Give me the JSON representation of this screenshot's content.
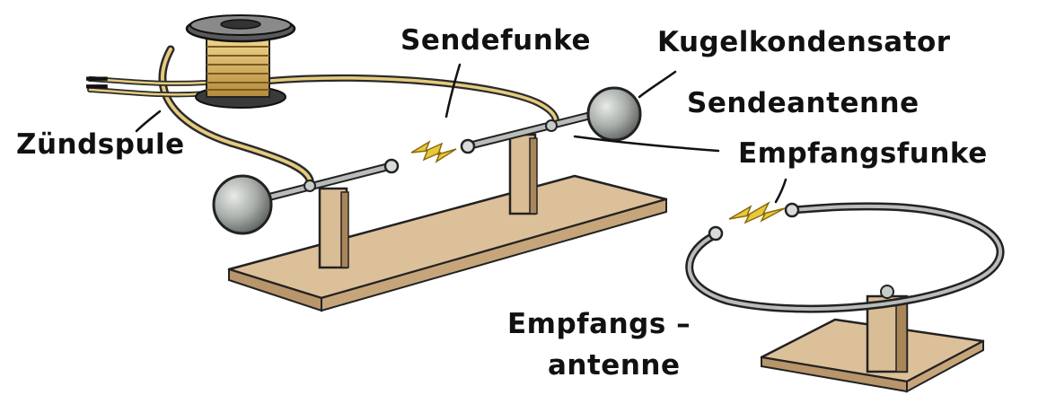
{
  "labels": {
    "sendefunke": "Sendefunke",
    "kugelkondensator": "Kugelkondensator",
    "sendeantenne": "Sendeantenne",
    "empfangsfunke": "Empfangsfunke",
    "zuendspule": "Zündspule",
    "empfangsantenne_line1": "Empfangs –",
    "empfangsantenne_line2": "antenne",
    "equals_sign": "="
  },
  "colors": {
    "wood": "#dcc09a",
    "wood_dark": "#b8956a",
    "sphere": "#a9aeaa",
    "spark": "#e9c93a",
    "wire": "#2b2b2b",
    "coil": "#d8b560"
  }
}
